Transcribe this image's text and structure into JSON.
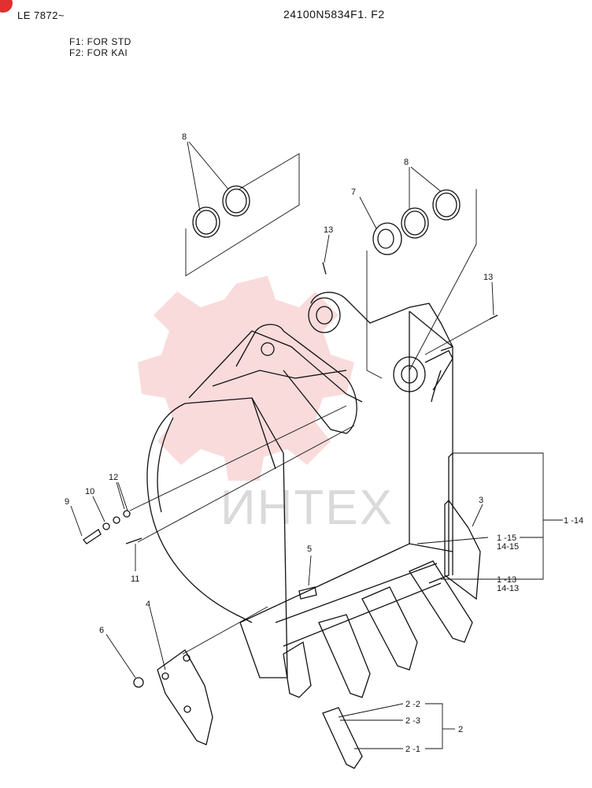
{
  "header": {
    "serial_range": "LE 7872~",
    "drawing_number": "24100N5834F1. F2"
  },
  "notes": [
    "F1: FOR STD",
    "F2: FOR KAI"
  ],
  "watermark": {
    "text": "ИНТЕХ",
    "color": "#f0a0a0"
  },
  "callouts": {
    "c8a": "8",
    "c8b": "8",
    "c7": "7",
    "c13a": "13",
    "c13b": "13",
    "c12": "12",
    "c10": "10",
    "c9": "9",
    "c11": "11",
    "c5": "5",
    "c4": "4",
    "c6": "6",
    "c3": "3",
    "c1_14": "1 -14",
    "c1_15": "1 -15",
    "c14_15": "14-15",
    "c1_13": "1 -13",
    "c14_13": "14-13",
    "c2_2": "2 -2",
    "c2_3": "2 -3",
    "c2_1": "2 -1",
    "c2": "2"
  },
  "colors": {
    "line": "#111111",
    "badge": "#e03030"
  }
}
